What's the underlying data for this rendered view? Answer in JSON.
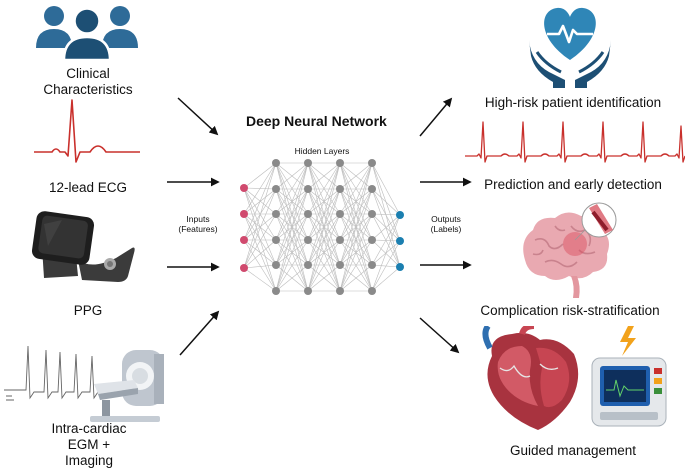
{
  "title": "Deep Neural Network",
  "hidden_layers_label": "Hidden Layers",
  "inputs_label": [
    "Inputs",
    "(Features)"
  ],
  "outputs_label": [
    "Outputs",
    "(Labels)"
  ],
  "inputs": [
    {
      "lines": [
        "Clinical",
        "Characteristics"
      ],
      "icon": "people-icon"
    },
    {
      "lines": [
        "12-lead ECG"
      ],
      "icon": "ecg-icon"
    },
    {
      "lines": [
        "PPG"
      ],
      "icon": "smartwatch-icon"
    },
    {
      "lines": [
        "Intra-cardiac",
        "EGM +",
        "Imaging"
      ],
      "icon": "egm-scanner-icon"
    }
  ],
  "outputs": [
    {
      "label": "High-risk patient identification",
      "icon": "heart-hands-icon"
    },
    {
      "label": "Prediction and early detection",
      "icon": "ecg-rhythm-icon"
    },
    {
      "label": "Complication risk-stratification",
      "icon": "brain-icon"
    },
    {
      "label": "Guided management",
      "icon": "heart-defibrillator-icon"
    }
  ],
  "colors": {
    "input_node": "#d04a6e",
    "hidden_node": "#8a8a8a",
    "output_node": "#1b7fb0",
    "ecg": "#c9302c",
    "icon_blue": "#2e6b98"
  }
}
